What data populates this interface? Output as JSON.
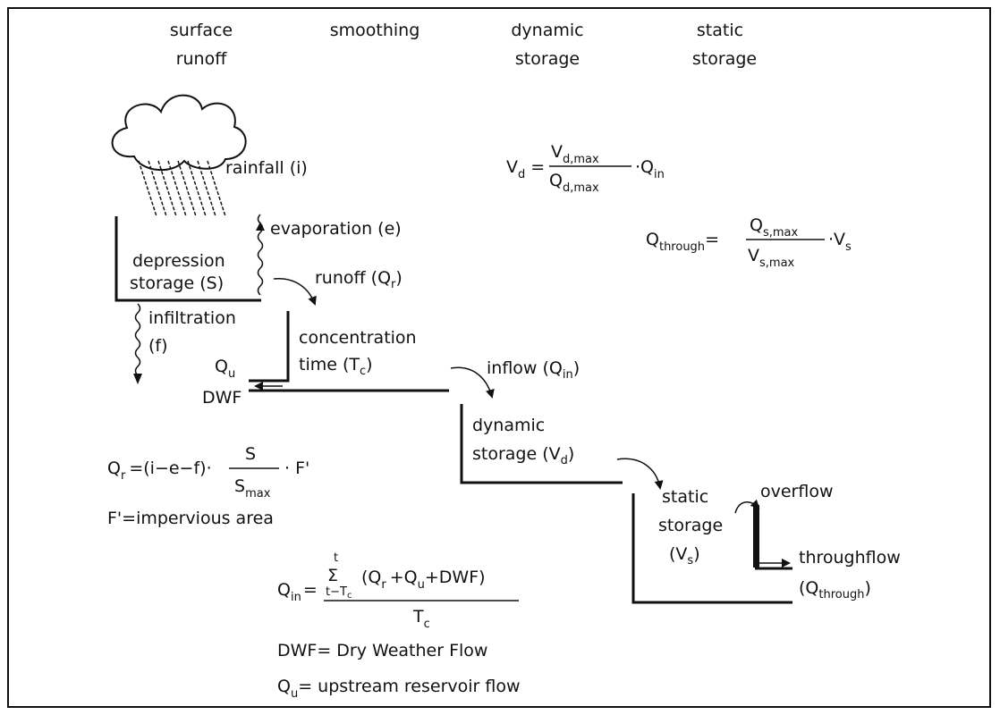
{
  "headers": {
    "surface_runoff_1": "surface",
    "surface_runoff_2": "runoff",
    "smoothing": "smoothing",
    "dynamic_1": "dynamic",
    "dynamic_2": "storage",
    "static_1": "static",
    "static_2": "storage"
  },
  "labels": {
    "rainfall": "rainfall (i)",
    "evaporation": "evaporation (e)",
    "depression_1": "depression",
    "depression_2": "storage (S)",
    "runoff": "runoff (Q",
    "runoff_sub": "r",
    "runoff_close": ")",
    "infiltration_1": "infiltration",
    "infiltration_2": "(f)",
    "concentration_1": "concentration",
    "concentration_2": "time (T",
    "concentration_sub": "c",
    "concentration_close": ")",
    "qu_Q": "Q",
    "qu_sub": "u",
    "dwf": "DWF",
    "inflow": "inflow (Q",
    "inflow_sub": "in",
    "inflow_close": ")",
    "dynamic_1": "dynamic",
    "dynamic_2": "storage (V",
    "dynamic_sub": "d",
    "dynamic_close": ")",
    "static_1": "static",
    "static_2": "storage",
    "static_3": "(V",
    "static_sub": "s",
    "static_close": ")",
    "overflow": "overflow",
    "throughflow_1": "throughflow",
    "throughflow_2": "(Q",
    "throughflow_sub": "through",
    "throughflow_close": ")"
  },
  "equations": {
    "vd_lhs": "V",
    "vd_lhs_sub": "d",
    "vd_eq": "=",
    "vd_num": "V",
    "vd_num_sub": "d,max",
    "vd_den": "Q",
    "vd_den_sub": "d,max",
    "vd_tail": "·Q",
    "vd_tail_sub": "in",
    "qt_lhs": "Q",
    "qt_lhs_sub": "through",
    "qt_eq": "=",
    "qt_num": "Q",
    "qt_num_sub": "s,max",
    "qt_den": "V",
    "qt_den_sub": "s,max",
    "qt_tail": "·V",
    "qt_tail_sub": "s",
    "qr_lhs": "Q",
    "qr_lhs_sub": "r",
    "qr_mid": "=(i−e−f)·",
    "qr_num": "S",
    "qr_den": "S",
    "qr_den_sub": "max",
    "qr_tail": "· F'",
    "fprime": "F'=impervious area",
    "qin_lhs": "Q",
    "qin_lhs_sub": "in",
    "qin_eq": "=",
    "qin_sum_top": "t",
    "qin_sum": "Σ",
    "qin_sum_bottom": "t−T",
    "qin_sum_bottom_sub": "c",
    "qin_num_a": "(Q",
    "qin_num_a_sub": "r",
    "qin_num_b": "+Q",
    "qin_num_b_sub": "u",
    "qin_num_c": "+DWF)",
    "qin_den": "T",
    "qin_den_sub": "c",
    "dwf_def": "DWF= Dry Weather Flow",
    "qu_def_Q": "Q",
    "qu_def_sub": "u",
    "qu_def_rest": "= upstream reservoir flow"
  }
}
